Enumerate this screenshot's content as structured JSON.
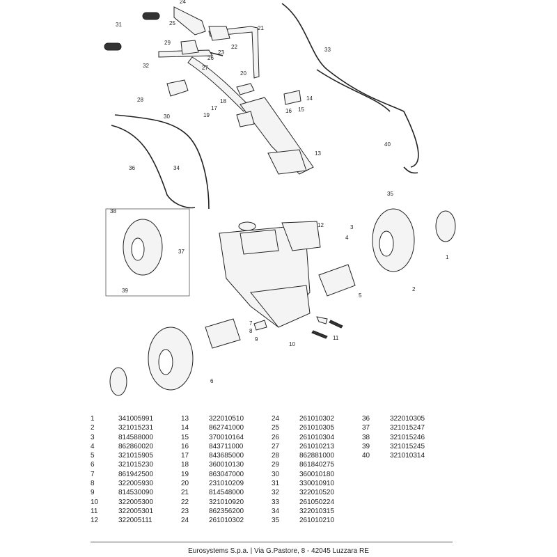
{
  "callouts": [
    "1",
    "2",
    "3",
    "4",
    "5",
    "6",
    "7",
    "8",
    "9",
    "10",
    "11",
    "12",
    "13",
    "14",
    "15",
    "16",
    "17",
    "18",
    "19",
    "20",
    "21",
    "22",
    "23",
    "24",
    "25",
    "26",
    "27",
    "28",
    "29",
    "30",
    "31",
    "32",
    "33",
    "34",
    "35",
    "36",
    "37",
    "38",
    "39",
    "40"
  ],
  "parts": [
    {
      "n": "1",
      "code": "341005991"
    },
    {
      "n": "2",
      "code": "321015231"
    },
    {
      "n": "3",
      "code": "814588000"
    },
    {
      "n": "4",
      "code": "862860020"
    },
    {
      "n": "5",
      "code": "321015905"
    },
    {
      "n": "6",
      "code": "321015230"
    },
    {
      "n": "7",
      "code": "861942500"
    },
    {
      "n": "8",
      "code": "322005930"
    },
    {
      "n": "9",
      "code": "814530090"
    },
    {
      "n": "10",
      "code": "322005300"
    },
    {
      "n": "11",
      "code": "322005301"
    },
    {
      "n": "12",
      "code": "322005111"
    },
    {
      "n": "13",
      "code": "322010510"
    },
    {
      "n": "14",
      "code": "862741000"
    },
    {
      "n": "15",
      "code": "370010164"
    },
    {
      "n": "16",
      "code": "843711000"
    },
    {
      "n": "17",
      "code": "843685000"
    },
    {
      "n": "18",
      "code": "360010130"
    },
    {
      "n": "19",
      "code": "863047000"
    },
    {
      "n": "20",
      "code": "231010209"
    },
    {
      "n": "21",
      "code": "814548000"
    },
    {
      "n": "22",
      "code": "321010920"
    },
    {
      "n": "23",
      "code": "862356200"
    },
    {
      "n": "24",
      "code": "261010302"
    },
    {
      "n": "24",
      "code": "261010302"
    },
    {
      "n": "25",
      "code": "261010305"
    },
    {
      "n": "26",
      "code": "261010304"
    },
    {
      "n": "27",
      "code": "261010213"
    },
    {
      "n": "28",
      "code": "862881000"
    },
    {
      "n": "29",
      "code": "861840275"
    },
    {
      "n": "30",
      "code": "360010180"
    },
    {
      "n": "31",
      "code": "330010910"
    },
    {
      "n": "32",
      "code": "322010520"
    },
    {
      "n": "33",
      "code": "261050224"
    },
    {
      "n": "34",
      "code": "322010315"
    },
    {
      "n": "35",
      "code": "261010210"
    },
    {
      "n": "36",
      "code": "322010305"
    },
    {
      "n": "37",
      "code": "321015247"
    },
    {
      "n": "38",
      "code": "321015246"
    },
    {
      "n": "39",
      "code": "321015245"
    },
    {
      "n": "40",
      "code": "321010314"
    }
  ],
  "footer": "Eurosystems S.p.a. | Via G.Pastore, 8 - 42045 Luzzara RE"
}
